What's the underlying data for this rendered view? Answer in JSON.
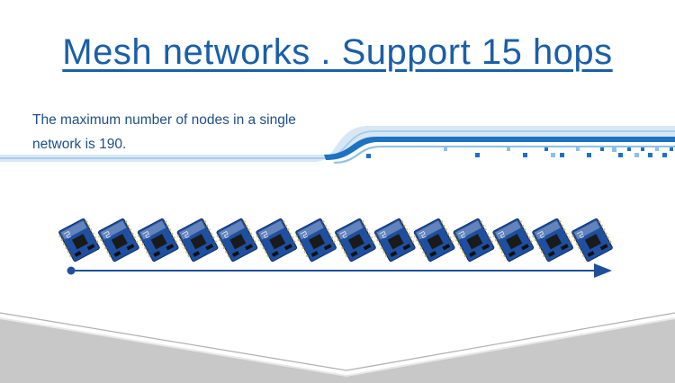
{
  "header": {
    "title": "Mesh networks . Support 15 hops"
  },
  "description": {
    "line1": "The maximum number of nodes in a single",
    "line2": "network is 190."
  },
  "hops": {
    "module_count": 14,
    "module_icon": "wireless-module-icon",
    "arrow_icon": "arrow-right-icon"
  },
  "colors": {
    "title": "#1a5fa8",
    "accent": "#1e72c2",
    "light_accent": "#8cc1e8",
    "module_board": "#1f4fa0",
    "bottom_gray": "#c8c8c8"
  }
}
